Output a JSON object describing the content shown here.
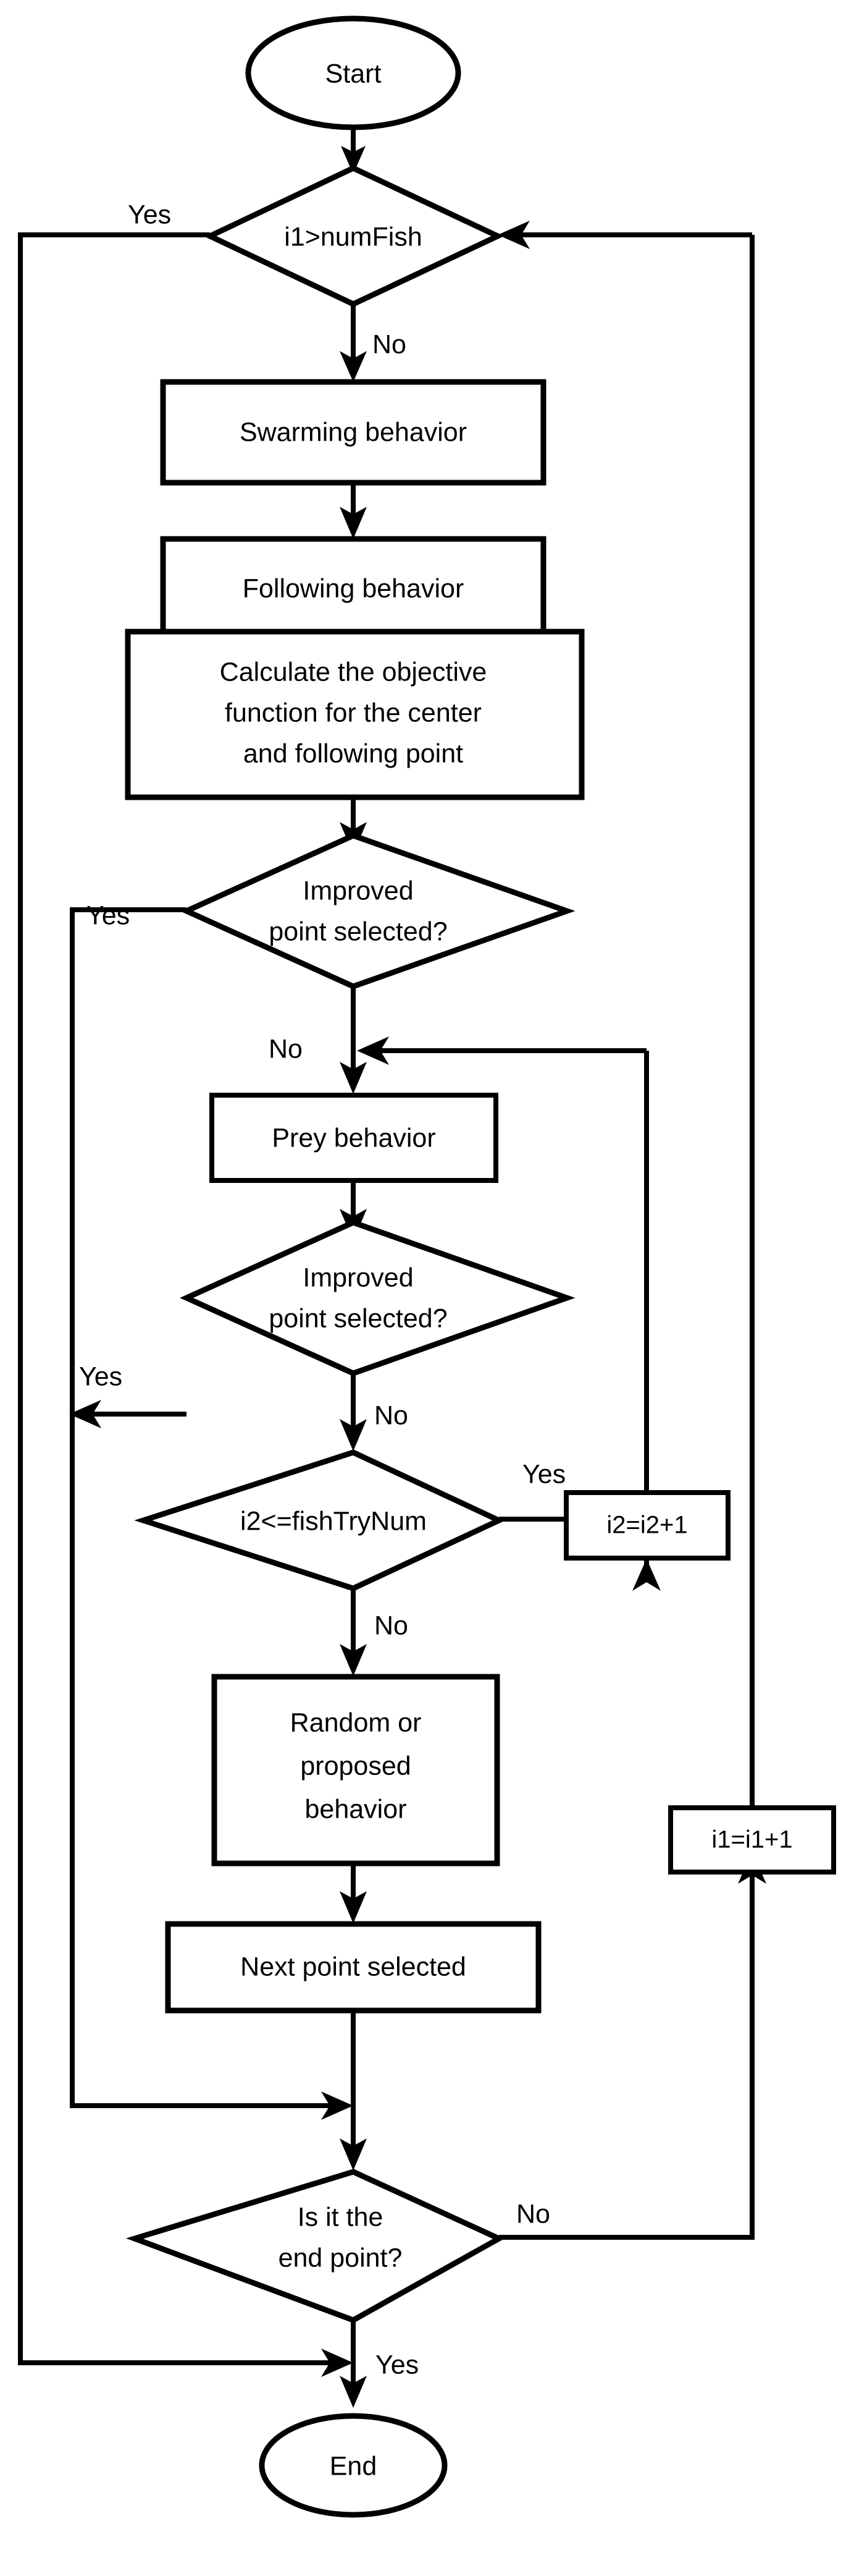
{
  "diagram": {
    "title": "Artificial Fish Swarm Algorithm Flowchart",
    "type": "flowchart",
    "background_color": "#ffffff",
    "stroke_color": "#000000",
    "nodes": [
      {
        "id": "start",
        "shape": "ellipse",
        "label": "Start"
      },
      {
        "id": "cond_numfish",
        "shape": "diamond",
        "label": "i1>numFish"
      },
      {
        "id": "swarming",
        "shape": "rectangle",
        "label": "Swarming behavior"
      },
      {
        "id": "following",
        "shape": "rectangle",
        "label": "Following behavior"
      },
      {
        "id": "calc",
        "shape": "rectangle",
        "label_line1": "Calculate the objective",
        "label_line2": "function for the center",
        "label_line3": "and following point"
      },
      {
        "id": "improved1",
        "shape": "diamond",
        "label_line1": "Improved",
        "label_line2": "point selected?"
      },
      {
        "id": "prey",
        "shape": "rectangle",
        "label": "Prey behavior"
      },
      {
        "id": "improved2",
        "shape": "diamond",
        "label_line1": "Improved",
        "label_line2": "point selected?"
      },
      {
        "id": "cond_trynum",
        "shape": "diamond",
        "label": "i2<=fishTryNum"
      },
      {
        "id": "i2inc",
        "shape": "rectangle",
        "label": "i2=i2+1"
      },
      {
        "id": "randprop",
        "shape": "rectangle",
        "label_line1": "Random or",
        "label_line2": "proposed",
        "label_line3": "behavior"
      },
      {
        "id": "nextpoint",
        "shape": "rectangle",
        "label": "Next point selected"
      },
      {
        "id": "i1inc",
        "shape": "rectangle",
        "label": "i1=i1+1"
      },
      {
        "id": "endpoint",
        "shape": "diamond",
        "label_line1": "Is it the",
        "label_line2": "end point?"
      },
      {
        "id": "end",
        "shape": "ellipse",
        "label": "End"
      }
    ],
    "edge_labels": {
      "numfish_yes": "Yes",
      "numfish_no": "No",
      "improved1_yes": "Yes",
      "improved1_no": "No",
      "improved2_yes": "Yes",
      "improved2_no": "No",
      "trynum_yes": "Yes",
      "trynum_no": "No",
      "endpoint_no": "No",
      "endpoint_yes": "Yes"
    }
  }
}
